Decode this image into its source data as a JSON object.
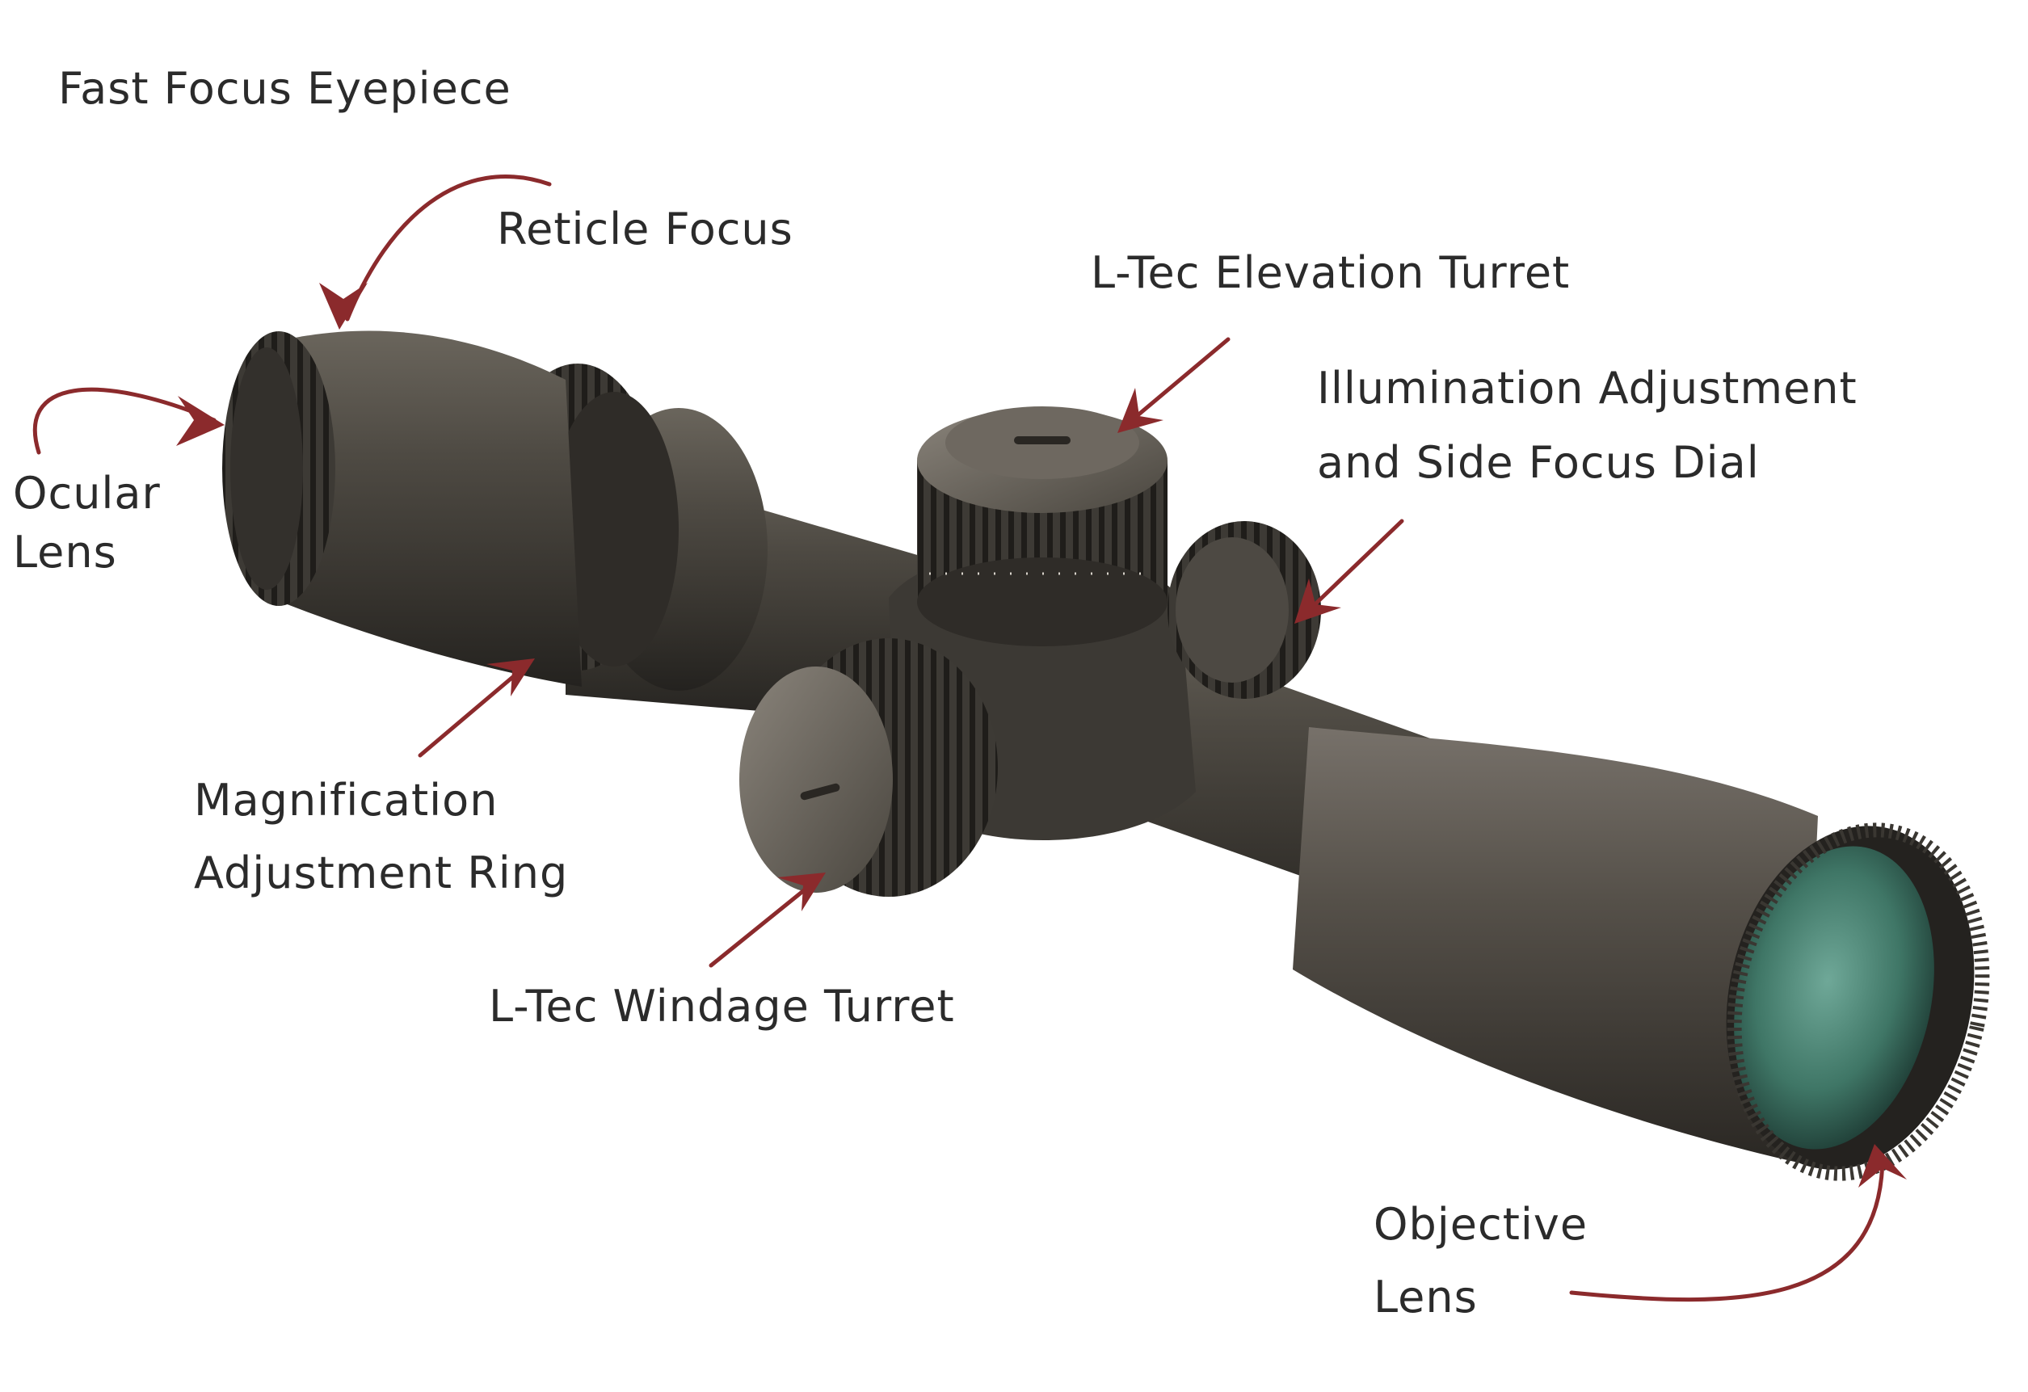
{
  "colors": {
    "arrow": "#8b2a2c",
    "text": "#2b2b2b",
    "scope_body": "#4a463f",
    "scope_dark": "#2a2723",
    "lens_glass": "#4f8a78"
  },
  "labels": {
    "fast_focus_eyepiece": "Fast Focus Eyepiece",
    "reticle_focus": "Reticle Focus",
    "ocular_lens_line1": "Ocular",
    "ocular_lens_line2": "Lens",
    "elevation_turret": "L-Tec Elevation Turret",
    "illumination_line1": "Illumination Adjustment",
    "illumination_line2": "and Side Focus Dial",
    "magnification_line1": "Magnification",
    "magnification_line2": "Adjustment Ring",
    "windage_turret": "L-Tec Windage Turret",
    "objective_line1": "Objective",
    "objective_line2": "Lens"
  },
  "icons": {
    "arrow": "arrow-icon",
    "scope": "riflescope-illustration"
  }
}
